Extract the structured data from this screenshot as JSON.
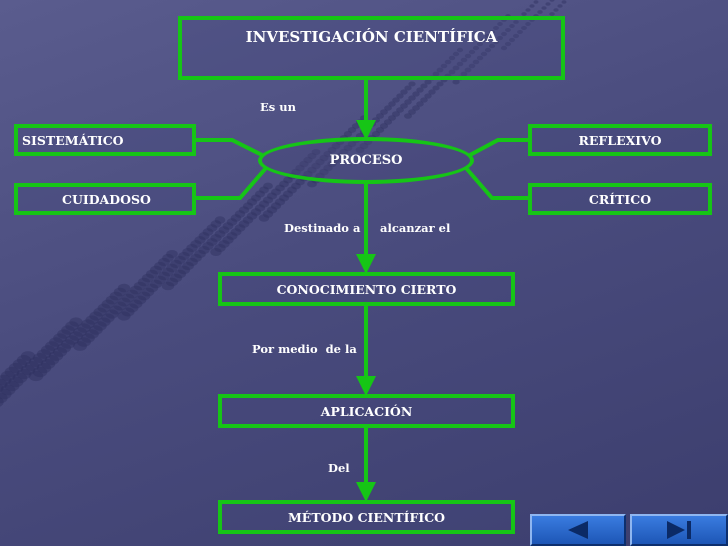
{
  "diagram": {
    "title": "INVESTIGACIÓN CIENTÍFICA",
    "nodes": {
      "proceso": "PROCESO",
      "sistematico": "SISTEMÁTICO",
      "cuidadoso": "CUIDADOSO",
      "reflexivo": "REFLEXIVO",
      "critico": "CRÍTICO",
      "conocimiento": "CONOCIMIENTO CIERTO",
      "aplicacion": "APLICACIÓN",
      "metodo": "MÉTODO CIENTÍFICO"
    },
    "edge_labels": {
      "es_un": "Es un",
      "destinado_a": "Destinado a",
      "alcanzar_el": "alcanzar el",
      "por_medio_de_la": "Por medio  de la",
      "del": "Del"
    }
  },
  "navigation": {
    "previous_icon": "triangle-left-icon",
    "last_icon": "triangle-right-bar-icon"
  },
  "colors": {
    "node_border": "#16c516",
    "text": "#ffffff",
    "nav_button": "#2a6ad0"
  }
}
